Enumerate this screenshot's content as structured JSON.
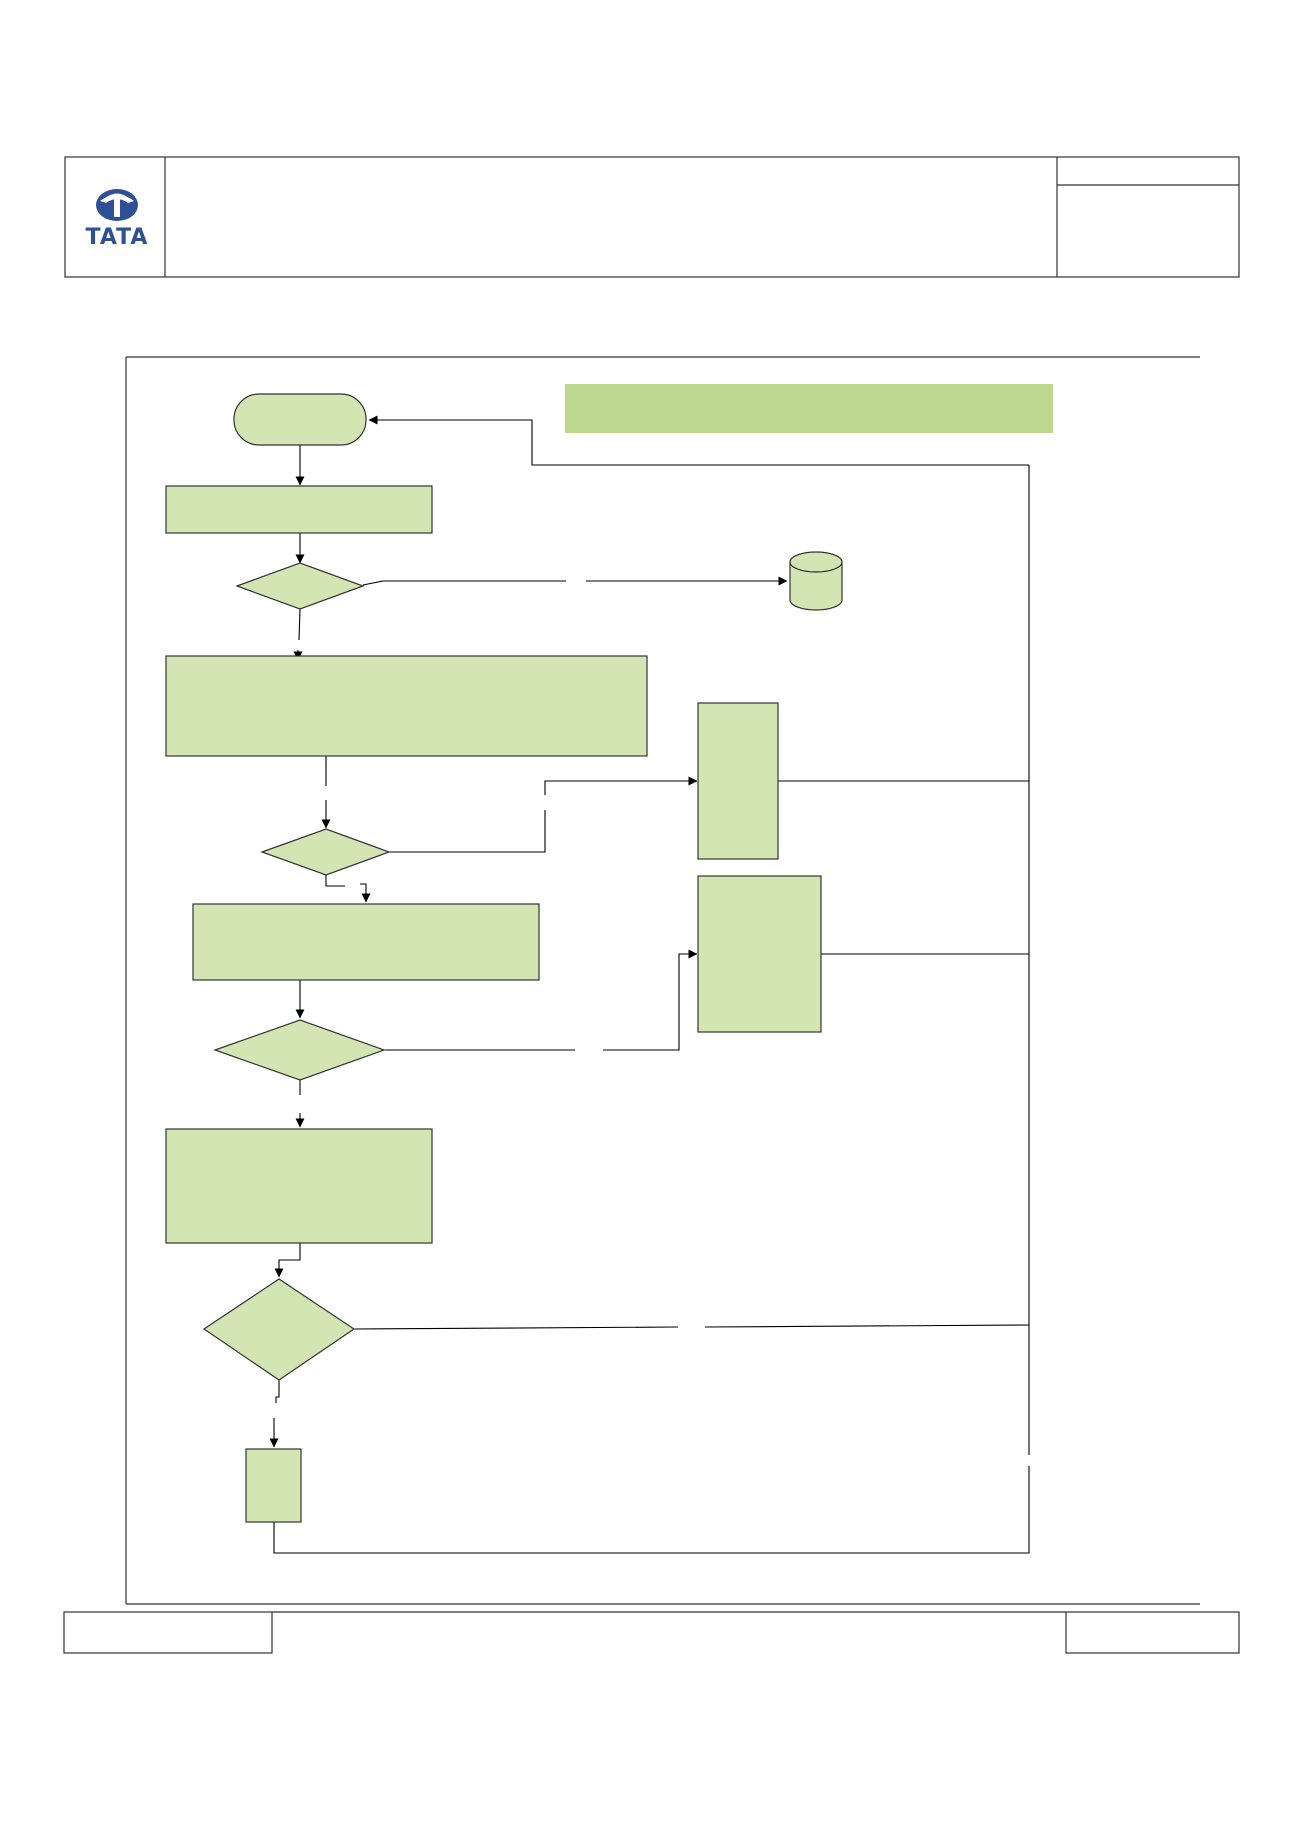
{
  "header": {
    "logo": {
      "icon": "tata-logo-icon",
      "wordmark": "TATA",
      "color": "#2f4f96"
    },
    "title": "",
    "doc_info": [
      "",
      ""
    ]
  },
  "footer": {
    "left_cell": "",
    "center_cell": "",
    "right_cell": ""
  },
  "diagram": {
    "title_banner": "",
    "colors": {
      "banner": "#bed78f",
      "shape_fill": "#d4e5b4",
      "line": "#000000"
    },
    "nodes": [
      {
        "id": "start",
        "kind": "terminator",
        "text": ""
      },
      {
        "id": "step-1",
        "kind": "process",
        "text": ""
      },
      {
        "id": "decision-1",
        "kind": "decision",
        "text": ""
      },
      {
        "id": "datastore",
        "kind": "cylinder",
        "text": ""
      },
      {
        "id": "step-2",
        "kind": "process",
        "text": ""
      },
      {
        "id": "decision-2",
        "kind": "decision",
        "text": ""
      },
      {
        "id": "side-box-1",
        "kind": "process",
        "text": ""
      },
      {
        "id": "step-3",
        "kind": "process",
        "text": ""
      },
      {
        "id": "decision-3",
        "kind": "decision",
        "text": ""
      },
      {
        "id": "side-box-2",
        "kind": "process",
        "text": ""
      },
      {
        "id": "step-4",
        "kind": "process",
        "text": ""
      },
      {
        "id": "decision-4",
        "kind": "decision",
        "text": ""
      },
      {
        "id": "step-5",
        "kind": "process",
        "text": ""
      }
    ]
  }
}
